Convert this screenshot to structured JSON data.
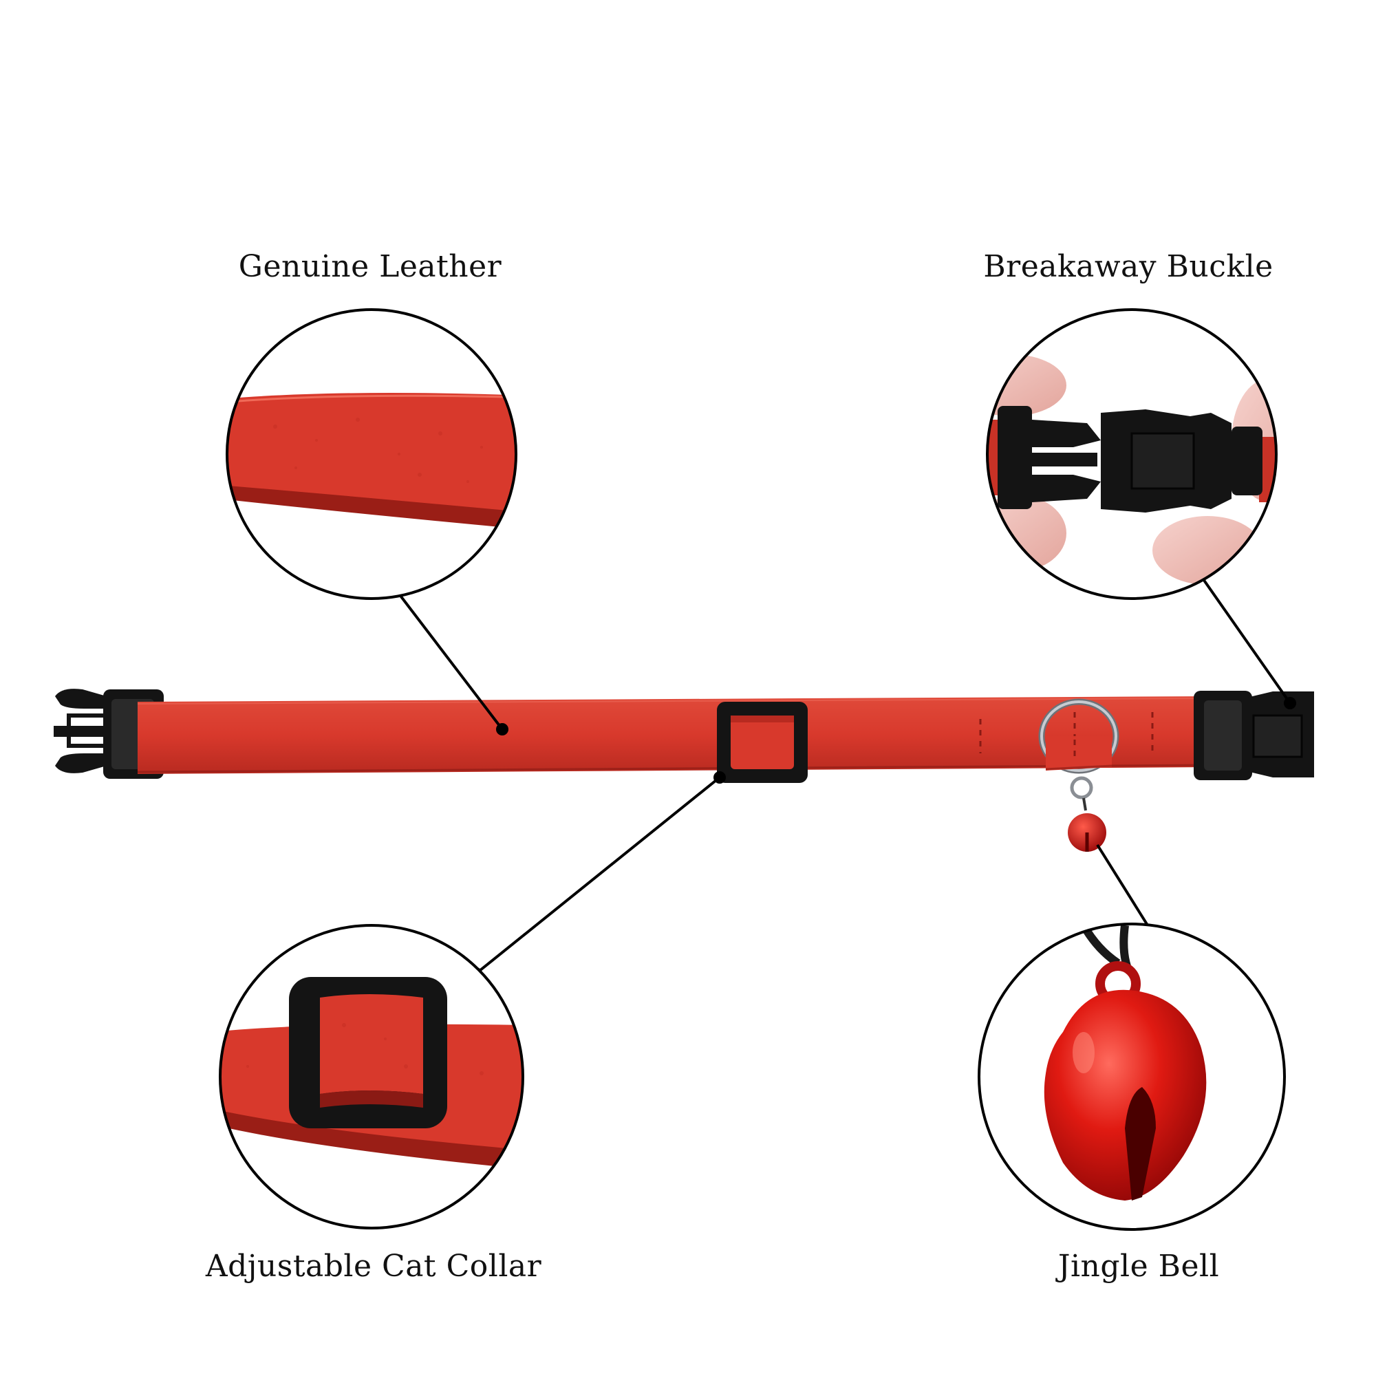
{
  "labels": {
    "genuine_leather": "Genuine Leather",
    "breakaway_buckle": "Breakaway Buckle",
    "adjustable_collar": "Adjustable Cat Collar",
    "jingle_bell": "Jingle Bell"
  },
  "colors": {
    "leather": "#d8392c",
    "leather_dark": "#a8241c",
    "plastic": "#141414",
    "ring": "#b8bcc2",
    "bell": "#d41414",
    "line": "#000000"
  }
}
